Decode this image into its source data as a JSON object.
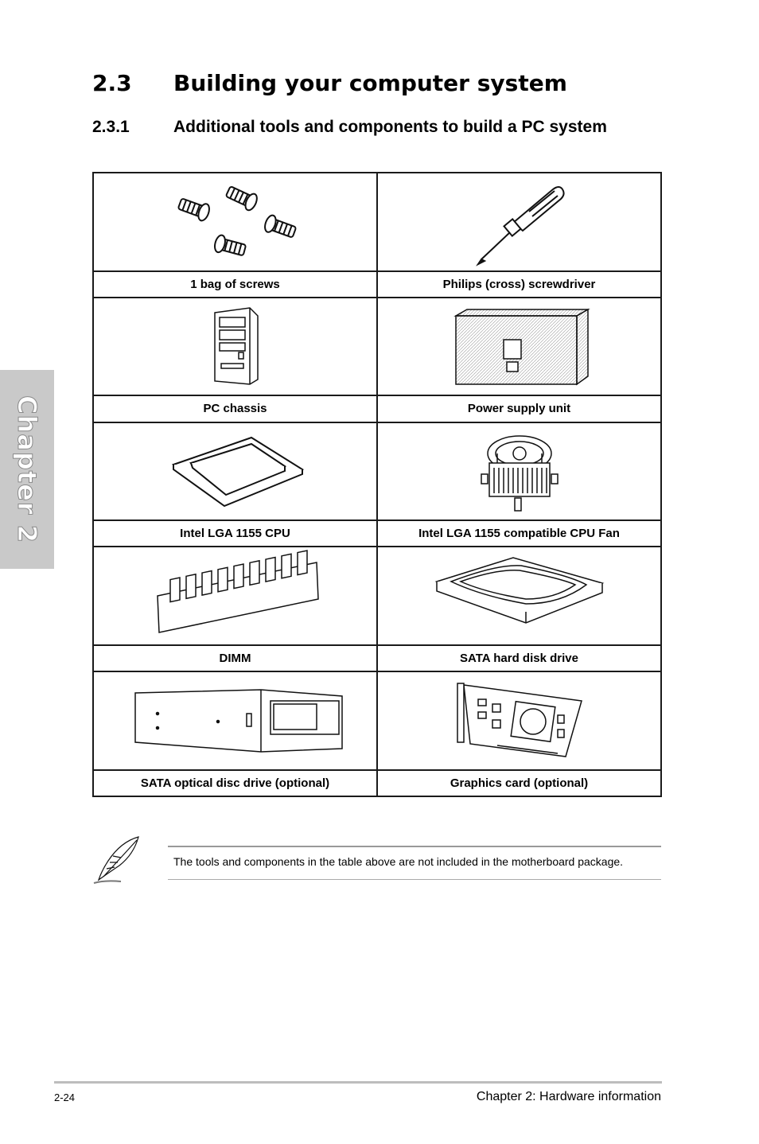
{
  "side_tab": {
    "label": "Chapter 2"
  },
  "section": {
    "number": "2.3",
    "title": "Building your computer system"
  },
  "subsection": {
    "number": "2.3.1",
    "title": "Additional tools and components to build a PC system"
  },
  "components": [
    {
      "label": "1 bag of screws",
      "icon": "screws-icon"
    },
    {
      "label": "Philips (cross) screwdriver",
      "icon": "screwdriver-icon"
    },
    {
      "label": "PC chassis",
      "icon": "pc-chassis-icon"
    },
    {
      "label": "Power supply unit",
      "icon": "power-supply-icon"
    },
    {
      "label": "Intel LGA 1155 CPU",
      "icon": "cpu-icon"
    },
    {
      "label": "Intel LGA 1155 compatible CPU Fan",
      "icon": "cpu-fan-icon"
    },
    {
      "label": "DIMM",
      "icon": "dimm-icon"
    },
    {
      "label": "SATA hard disk drive",
      "icon": "hard-disk-icon"
    },
    {
      "label": "SATA optical disc drive (optional)",
      "icon": "optical-drive-icon"
    },
    {
      "label": "Graphics card (optional)",
      "icon": "graphics-card-icon"
    }
  ],
  "note": {
    "icon": "quill-note-icon",
    "text": "The tools and components in the table above are not included in the motherboard package."
  },
  "footer": {
    "page_number": "2-24",
    "chapter_title": "Chapter 2: Hardware information"
  }
}
